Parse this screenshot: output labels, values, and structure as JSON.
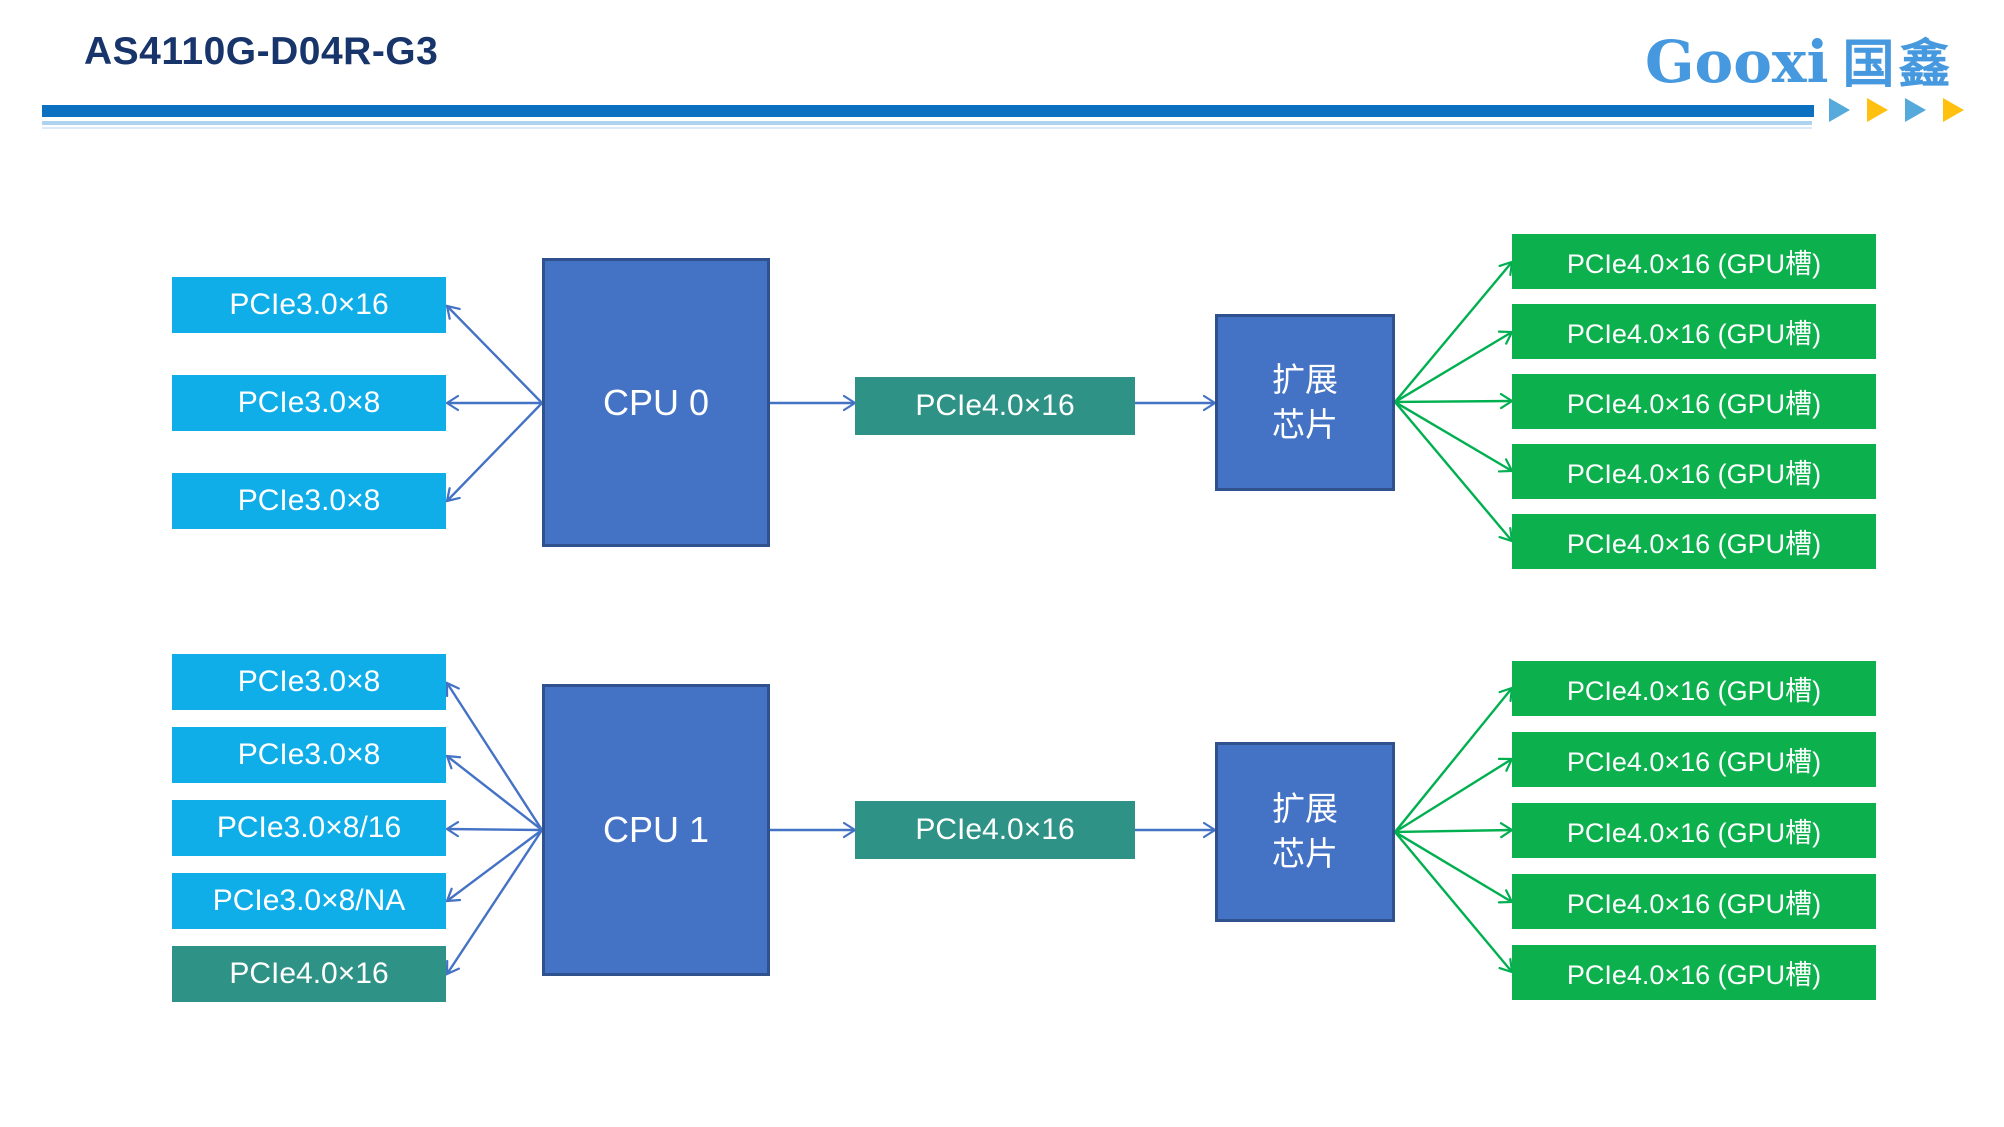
{
  "header": {
    "title": "AS4110G-D04R-G3",
    "logo_en": "Gooxi",
    "logo_cn": "国鑫"
  },
  "diagrams": [
    {
      "name": "CPU 0 topology",
      "cpu_label": "CPU 0",
      "left_slots": [
        {
          "label": "PCIe3.0×16",
          "type": "pcie3"
        },
        {
          "label": "PCIe3.0×8",
          "type": "pcie3"
        },
        {
          "label": "PCIe3.0×8",
          "type": "pcie3"
        }
      ],
      "uplink_label": "PCIe4.0×16",
      "expander": {
        "line1": "扩展",
        "line2": "芯片"
      },
      "gpu_slots": [
        "PCIe4.0×16 (GPU槽)",
        "PCIe4.0×16 (GPU槽)",
        "PCIe4.0×16 (GPU槽)",
        "PCIe4.0×16 (GPU槽)",
        "PCIe4.0×16 (GPU槽)"
      ]
    },
    {
      "name": "CPU 1 topology",
      "cpu_label": "CPU 1",
      "left_slots": [
        {
          "label": "PCIe3.0×8",
          "type": "pcie3"
        },
        {
          "label": "PCIe3.0×8",
          "type": "pcie3"
        },
        {
          "label": "PCIe3.0×8/16",
          "type": "pcie3"
        },
        {
          "label": "PCIe3.0×8/NA",
          "type": "pcie3"
        },
        {
          "label": "PCIe4.0×16",
          "type": "pcie4"
        }
      ],
      "uplink_label": "PCIe4.0×16",
      "expander": {
        "line1": "扩展",
        "line2": "芯片"
      },
      "gpu_slots": [
        "PCIe4.0×16 (GPU槽)",
        "PCIe4.0×16 (GPU槽)",
        "PCIe4.0×16 (GPU槽)",
        "PCIe4.0×16 (GPU槽)",
        "PCIe4.0×16 (GPU槽)"
      ]
    }
  ],
  "colors": {
    "title": "#17356B",
    "header_bar": "#0B70C0",
    "header_line": "#AFD3EE",
    "header_line2": "#DCEAF7",
    "logo_blue": "#4699DE",
    "tri_blue": "#56AADB",
    "tri_amber": "#FFC010",
    "pcie3_fill": "#0FAEE8",
    "pcie4_fill": "#2E9386",
    "gpu_fill": "#0CB04D",
    "cpu_fill": "#4472C4",
    "cpu_border": "#2F528F",
    "arrow_blue": "#4472C4",
    "arrow_green": "#00B050",
    "box_text": "#FFFFFF"
  }
}
